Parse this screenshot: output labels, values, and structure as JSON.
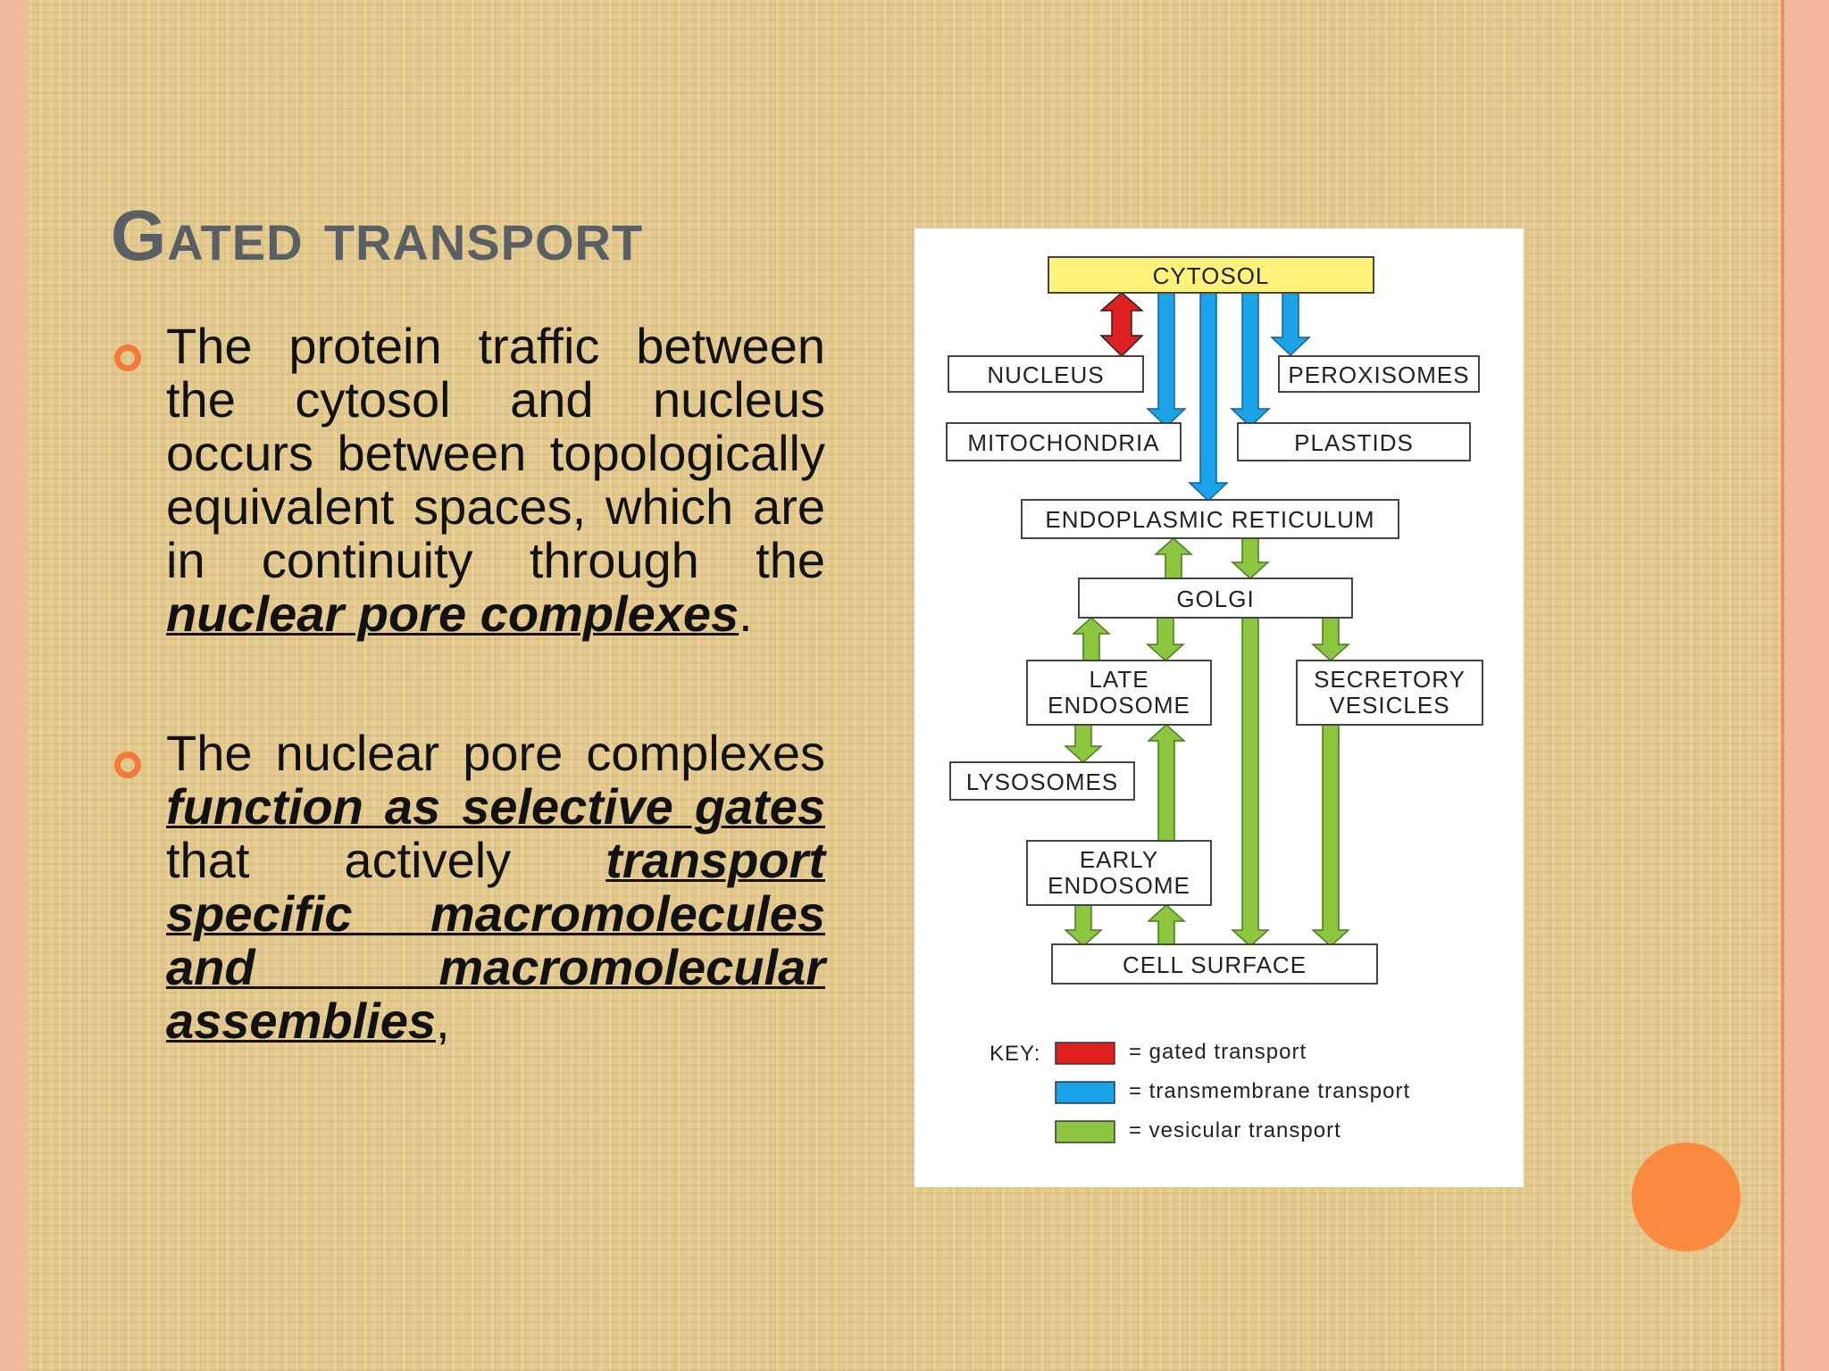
{
  "slide": {
    "title": "Gated transport",
    "bullets": [
      {
        "parts": [
          {
            "t": "The protein traffic between the cytosol and nucleus occurs between topologically equivalent spaces, which are in continuity through the ",
            "em": false
          },
          {
            "t": "nuclear pore complexes",
            "em": true
          },
          {
            "t": ".",
            "em": false
          }
        ]
      },
      {
        "parts": [
          {
            "t": "The nuclear pore complexes ",
            "em": false
          },
          {
            "t": "function as selective gates",
            "em": true
          },
          {
            "t": " that actively ",
            "em": false
          },
          {
            "t": "transport specific macromolecules and macromolecular assemblies",
            "em": true
          },
          {
            "t": ",",
            "em": false
          }
        ]
      }
    ]
  },
  "diagram": {
    "boxes": {
      "cytosol": "CYTOSOL",
      "nucleus": "NUCLEUS",
      "peroxisomes": "PEROXISOMES",
      "mitochondria": "MITOCHONDRIA",
      "plastids": "PLASTIDS",
      "er": "ENDOPLASMIC RETICULUM",
      "golgi": "GOLGI",
      "late_endosome": [
        "LATE",
        "ENDOSOME"
      ],
      "secretory_vesicles": [
        "SECRETORY",
        "VESICLES"
      ],
      "lysosomes": "LYSOSOMES",
      "early_endosome": [
        "EARLY",
        "ENDOSOME"
      ],
      "cell_surface": "CELL SURFACE"
    },
    "key": {
      "label": "KEY:",
      "items": [
        {
          "text": "= gated transport",
          "color": "#e02020"
        },
        {
          "text": "= transmembrane transport",
          "color": "#1aa3e8"
        },
        {
          "text": "= vesicular transport",
          "color": "#8cc63f"
        }
      ]
    },
    "colors": {
      "cytosol_fill": "#fff27a",
      "gated": "#e02020",
      "transmembrane": "#1aa3e8",
      "vesicular": "#8cc63f"
    }
  },
  "decor": {
    "accent": "#f37a3a",
    "circle": "#f98a3f",
    "title_color": "#5a5f66"
  }
}
